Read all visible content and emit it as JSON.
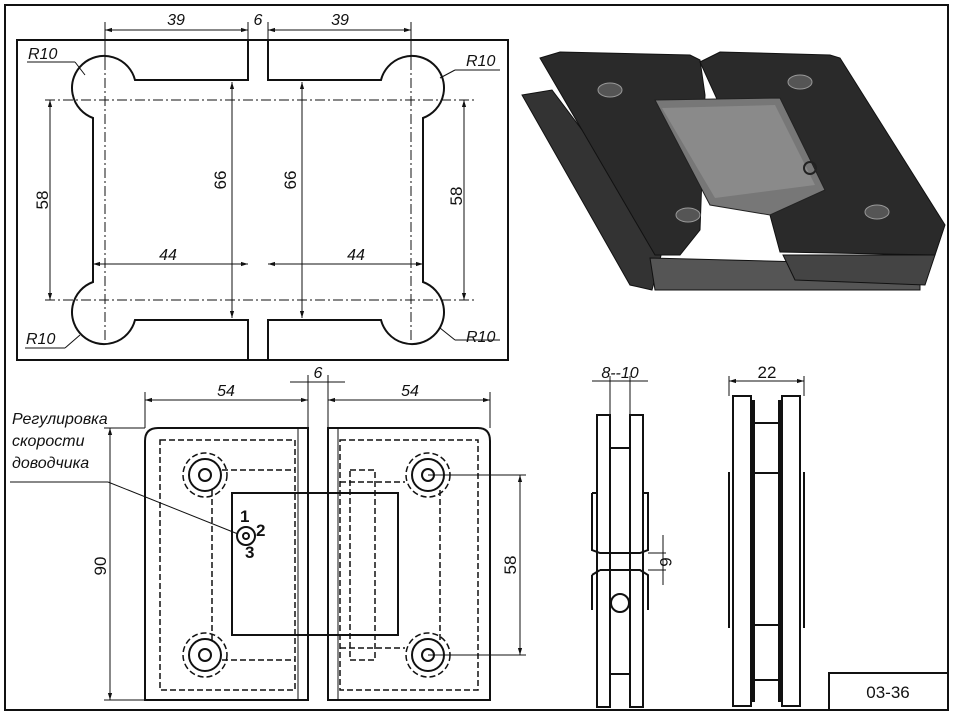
{
  "top_view": {
    "dim_top_left": "39",
    "gap": "6",
    "dim_top_right": "39",
    "radius_labels": [
      "R10",
      "R10",
      "R10",
      "R10"
    ],
    "height_outer_left": "58",
    "height_inner_left": "66",
    "height_inner_right": "66",
    "height_outer_right": "58",
    "width_inner_left": "44",
    "width_inner_right": "44"
  },
  "front_view": {
    "width_left": "54",
    "gap": "6",
    "width_right": "54",
    "height": "90",
    "screw_spacing": "58",
    "annotation": [
      "Регулировка",
      "скорости",
      "доводчика"
    ],
    "dial_marks": [
      "1",
      "2",
      "3"
    ]
  },
  "side_views": {
    "glass_thickness": "8--10",
    "gap": "6",
    "total_thickness": "22"
  },
  "title_block": {
    "code": "03-36"
  }
}
